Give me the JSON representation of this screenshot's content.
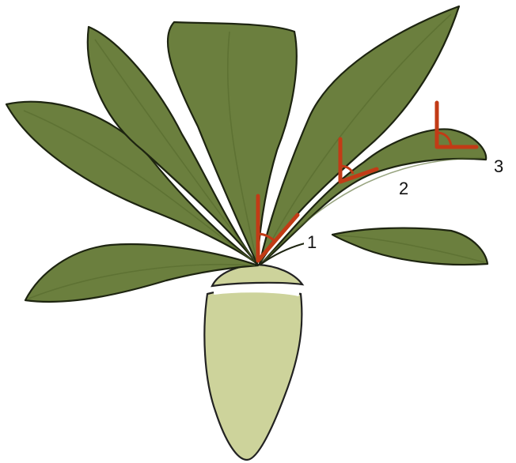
{
  "labels": [
    {
      "id": "1",
      "text": "1"
    },
    {
      "id": "2",
      "text": "2"
    },
    {
      "id": "3",
      "text": "3"
    }
  ],
  "colors": {
    "leaf": "#6b7f3e",
    "outline": "#1d2410",
    "root": "#cdd39b",
    "angle_marker": "#c23b16"
  }
}
